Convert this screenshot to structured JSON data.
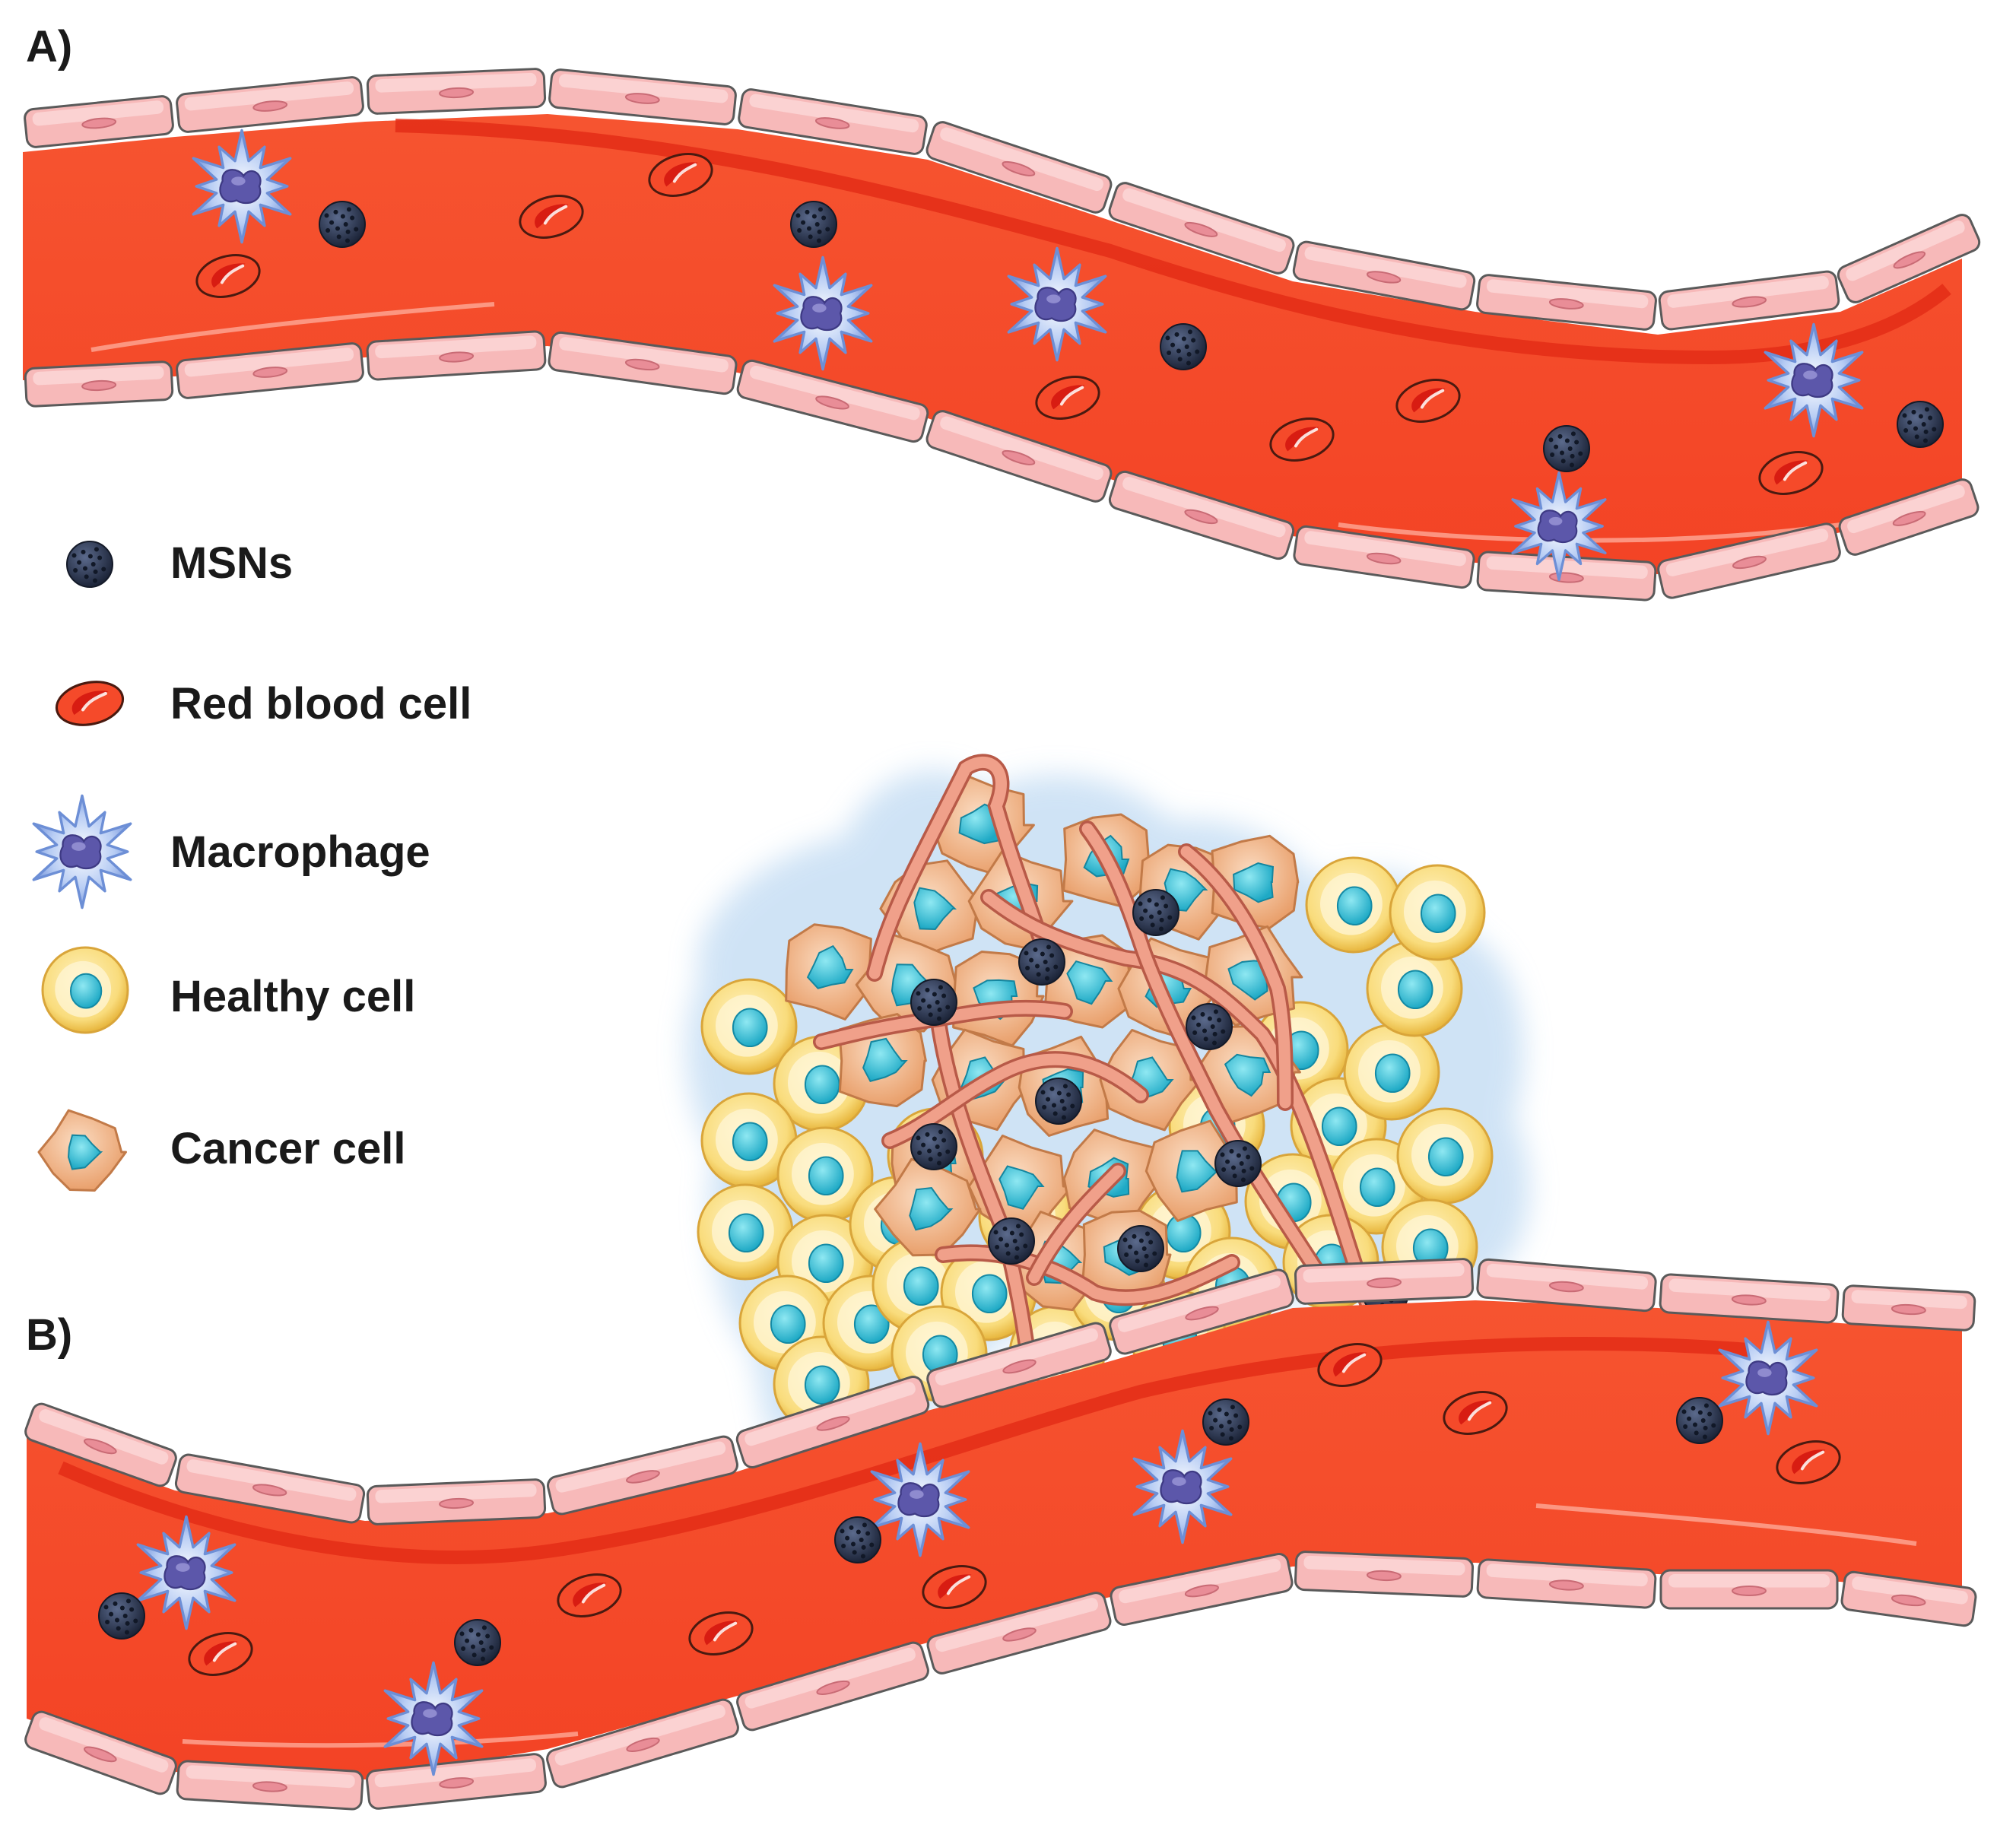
{
  "panels": {
    "a_label": "A)",
    "b_label": "B)"
  },
  "legend": {
    "items": [
      {
        "icon": "msn-icon",
        "label": "MSNs"
      },
      {
        "icon": "red-blood-cell-icon",
        "label": "Red blood cell"
      },
      {
        "icon": "macrophage-icon",
        "label": "Macrophage"
      },
      {
        "icon": "healthy-cell-icon",
        "label": "Healthy cell"
      },
      {
        "icon": "cancer-cell-icon",
        "label": "Cancer cell"
      }
    ]
  },
  "colors": {
    "blood": "#f54a2a",
    "blood_dark": "#e8321b",
    "endothelium": "#f7b8b8",
    "endothelium_outline": "#555555",
    "msn": "#27324a",
    "macrophage": "#8aa8e6",
    "macrophage_nucleus": "#5b58a8",
    "rbc": "#e0281c",
    "healthy_cytoplasm": "#f9dc7c",
    "healthy_nucleus": "#3ec3d8",
    "cancer_cytoplasm": "#f3b98c",
    "cancer_nucleus": "#2aa9c4",
    "tumor_vessel": "#e98a72"
  }
}
